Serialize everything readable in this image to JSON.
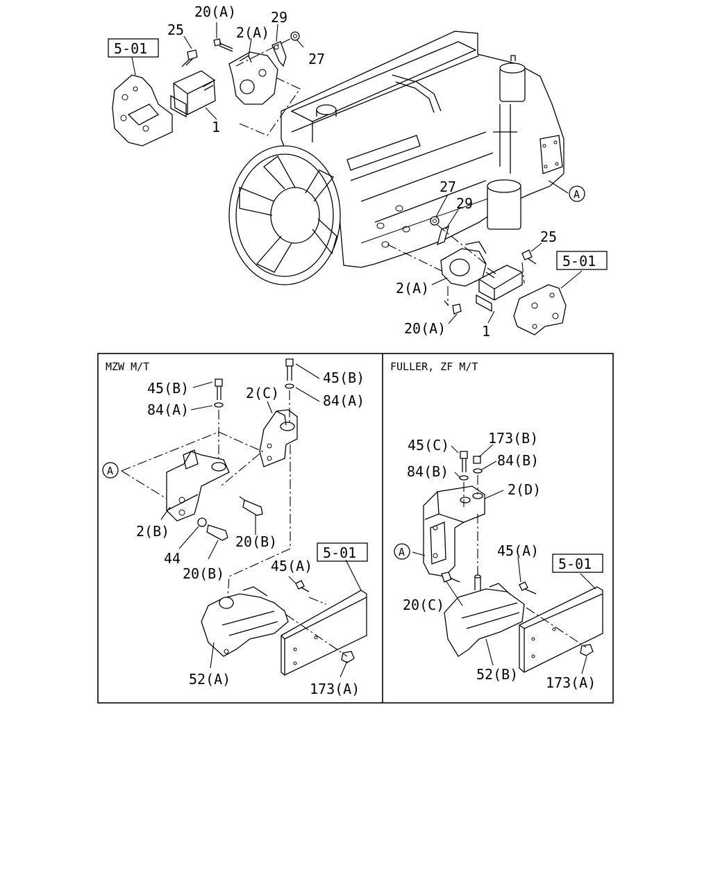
{
  "panels": {
    "left_title": "MZW M/T",
    "right_title": "FULLER, ZF M/T"
  },
  "refs": {
    "top_left": "5-01",
    "top_right": "5-01",
    "mzw": "5-01",
    "fuller": "5-01"
  },
  "circle_marker": "A",
  "labels": {
    "top": {
      "t20A_1": "20(A)",
      "t25_1": "25",
      "t2A_1": "2(A)",
      "t29_1": "29",
      "t27_1": "27",
      "t1_1": "1",
      "t27_2": "27",
      "t29_2": "29",
      "t25_2": "25",
      "t2A_2": "2(A)",
      "t20A_2": "20(A)",
      "t1_2": "1"
    },
    "mzw": {
      "m45B_1": "45(B)",
      "m84A_1": "84(A)",
      "m45B_2": "45(B)",
      "m84A_2": "84(A)",
      "m2C": "2(C)",
      "m2B": "2(B)",
      "m44": "44",
      "m20B_1": "20(B)",
      "m20B_2": "20(B)",
      "m45A": "45(A)",
      "m52A": "52(A)",
      "m173A": "173(A)"
    },
    "fuller": {
      "f45C": "45(C)",
      "f173B": "173(B)",
      "f84B_1": "84(B)",
      "f84B_2": "84(B)",
      "f2D": "2(D)",
      "f45A": "45(A)",
      "f20C": "20(C)",
      "f52B": "52(B)",
      "f173A": "173(A)"
    }
  }
}
